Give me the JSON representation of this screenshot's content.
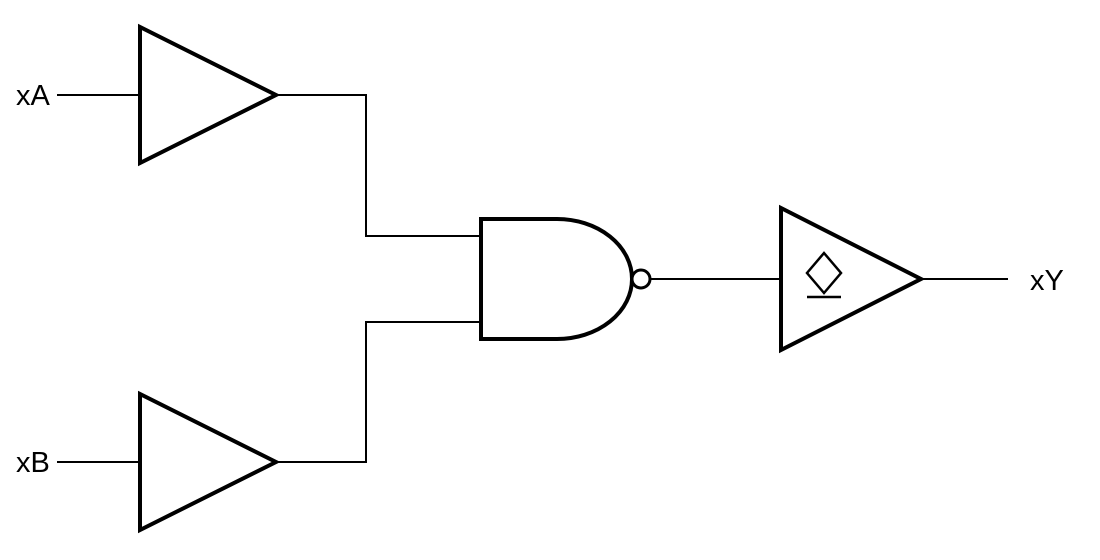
{
  "diagram": {
    "type": "logic-gate-schematic",
    "colors": {
      "line": "#000000",
      "background": "#ffffff"
    },
    "inputs": [
      {
        "id": "A",
        "label": "xA"
      },
      {
        "id": "B",
        "label": "xB"
      }
    ],
    "output": {
      "id": "Y",
      "label": "xY"
    },
    "gates": [
      {
        "name": "input-buffer-a",
        "type": "buffer-triangle"
      },
      {
        "name": "input-buffer-b",
        "type": "buffer-triangle"
      },
      {
        "name": "nand-gate",
        "type": "and-shape-with-inversion-bubble"
      },
      {
        "name": "output-driver",
        "type": "buffer-triangle",
        "marker": "open-drain-diamond"
      }
    ]
  }
}
